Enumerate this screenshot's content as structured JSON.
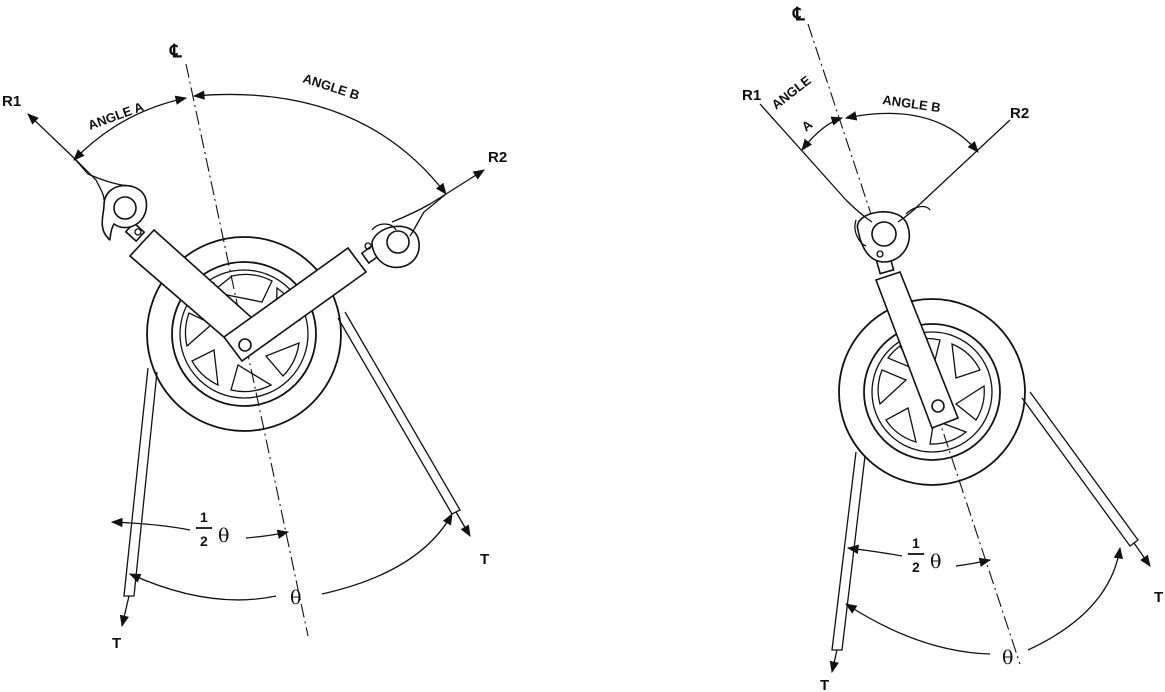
{
  "diagrams": [
    {
      "id": "left",
      "labels": {
        "center_line": "℄",
        "r1": "R1",
        "r2": "R2",
        "angle_a": "ANGLE A",
        "angle_b": "ANGLE B",
        "half_theta_num": "1",
        "half_theta_den": "2",
        "half_theta_sym": "θ",
        "theta": "θ",
        "t_left": "T",
        "t_right": "T"
      }
    },
    {
      "id": "right",
      "labels": {
        "center_line": "℄",
        "r1": "R1",
        "r2": "R2",
        "angle_a_line1": "ANGLE",
        "angle_a_line2": "A",
        "angle_b": "ANGLE B",
        "half_theta_num": "1",
        "half_theta_den": "2",
        "half_theta_sym": "θ",
        "theta": "θ",
        "t_left": "T",
        "t_right": "T"
      }
    }
  ]
}
